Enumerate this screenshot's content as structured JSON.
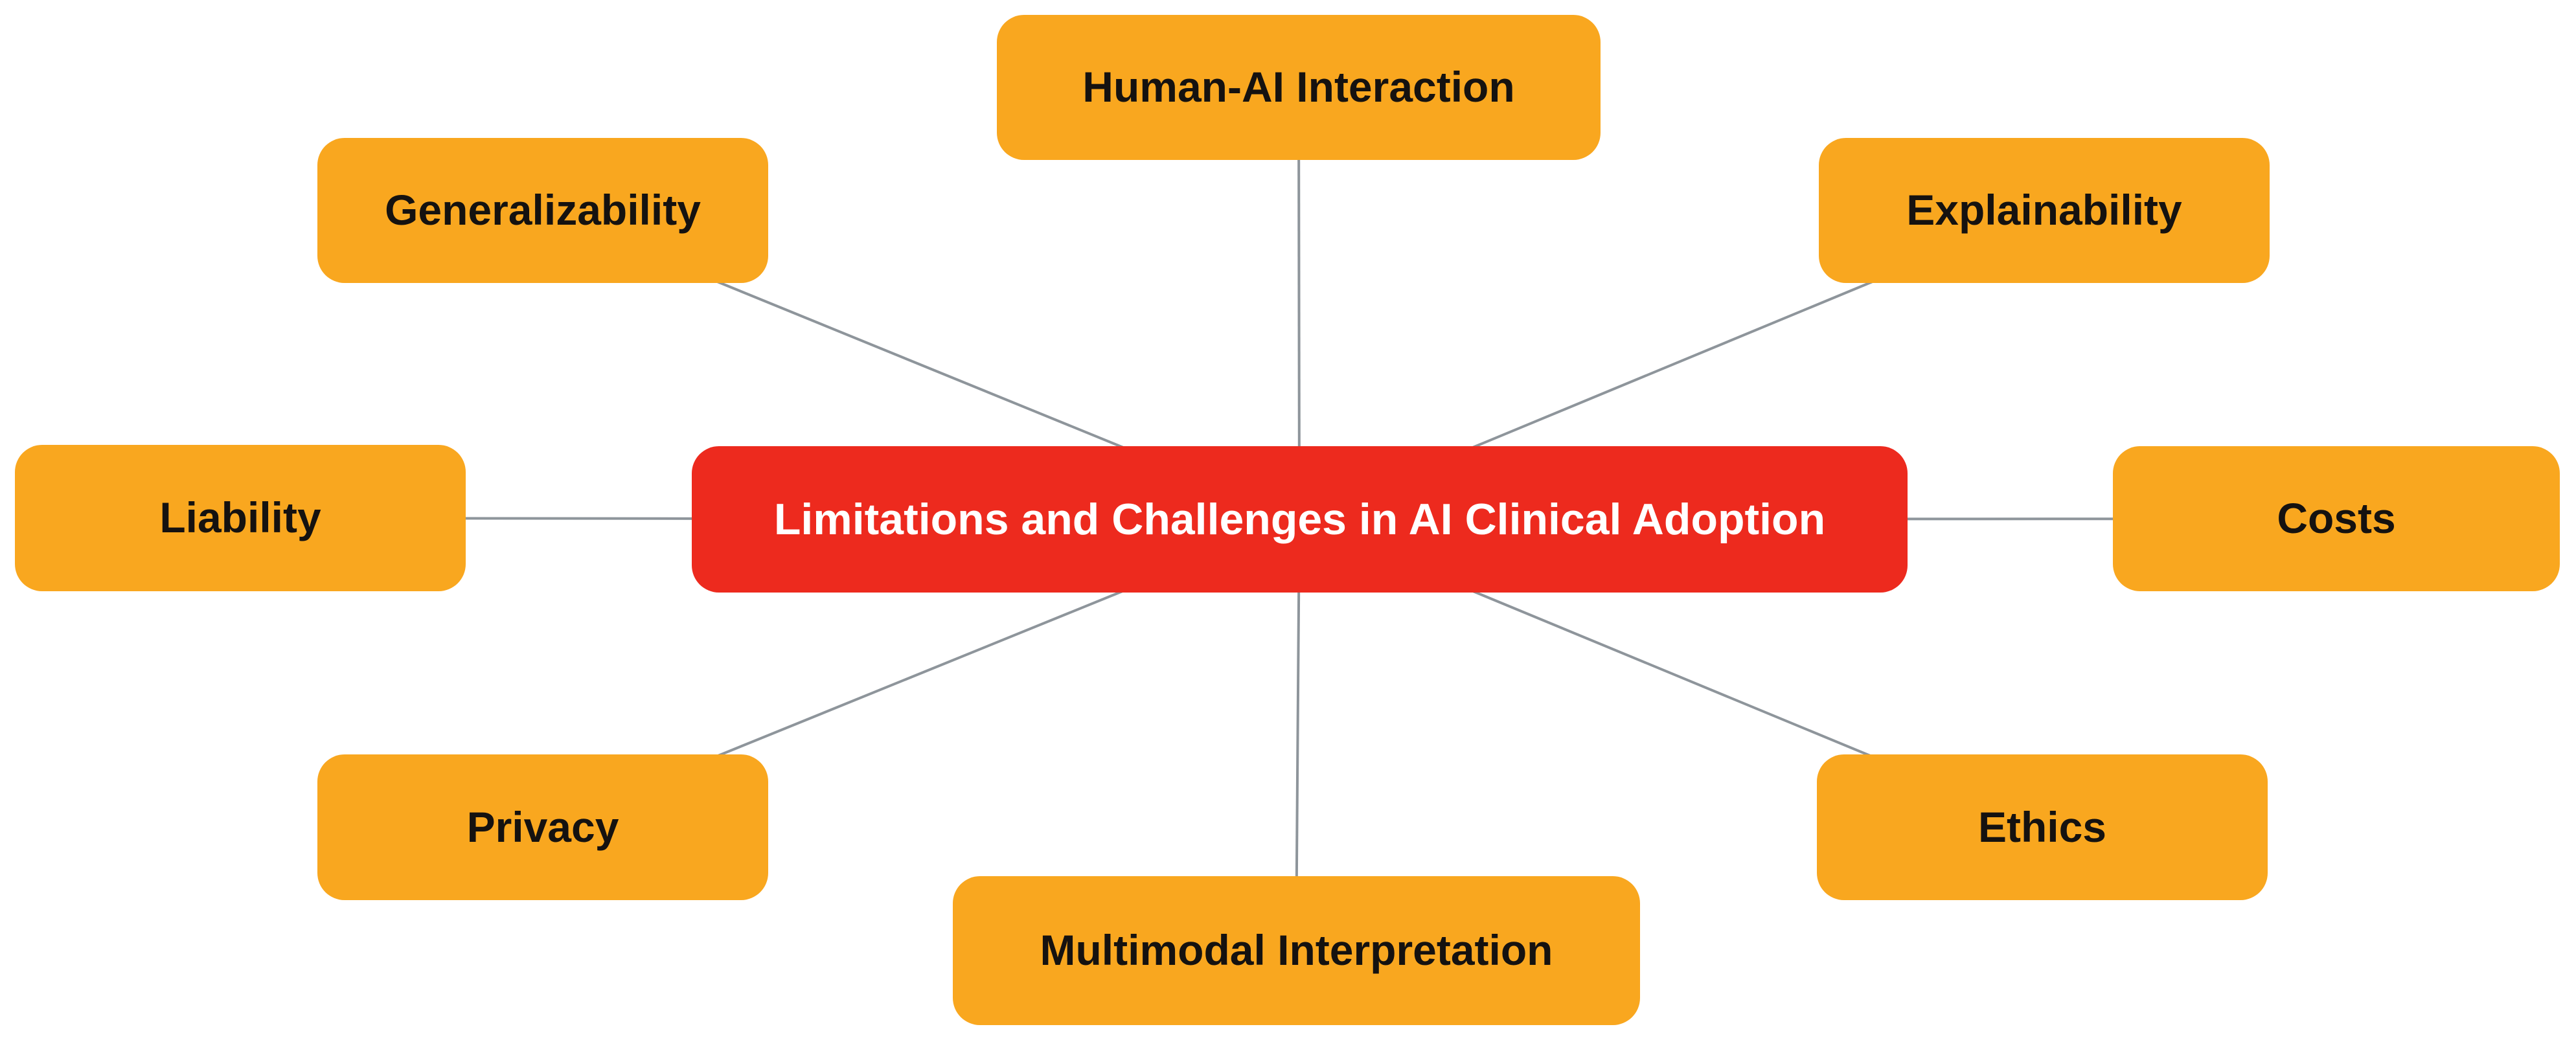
{
  "diagram": {
    "type": "radial-mindmap",
    "center": {
      "label": "Limitations and Challenges in AI Clinical Adoption",
      "bg_color": "#ED2A1E",
      "text_color": "#FFFFFF"
    },
    "branches": [
      {
        "label": "Human-AI Interaction",
        "position": "top"
      },
      {
        "label": "Explainability",
        "position": "top-right"
      },
      {
        "label": "Costs",
        "position": "right"
      },
      {
        "label": "Ethics",
        "position": "bottom-right"
      },
      {
        "label": "Multimodal Interpretation",
        "position": "bottom"
      },
      {
        "label": "Privacy",
        "position": "bottom-left"
      },
      {
        "label": "Liability",
        "position": "left"
      },
      {
        "label": "Generalizability",
        "position": "top-left"
      }
    ],
    "branch_bg_color": "#F9A71F",
    "branch_text_color": "#151210",
    "connector_color": "#8E959B",
    "background_color": "#FFFFFF"
  }
}
